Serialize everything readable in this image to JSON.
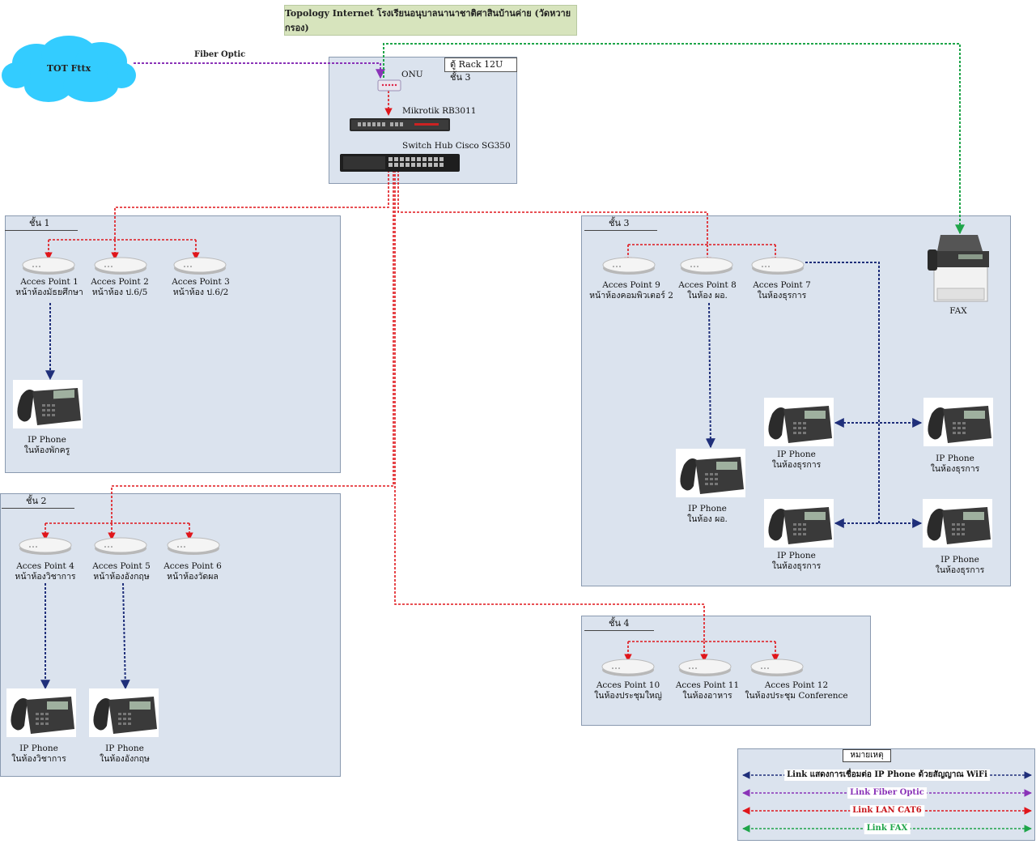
{
  "title": "Topology Internet โรงเรียนอนุบาลนานาชาติศาสินบ้านค่าย (วัดหวายกรอง)",
  "cloud": {
    "label": "TOT Fttx"
  },
  "fiber_label": "Fiber Optic",
  "rack": {
    "tag": "ตู้ Rack 12U ชั้น 3",
    "onu": "ONU",
    "router": "Mikrotik RB3011",
    "switch": "Switch Hub Cisco SG350"
  },
  "floors": {
    "f1": {
      "tag": "ชั้น 1",
      "aps": [
        {
          "name": "Acces Point 1",
          "loc": "หน้าห้องมัธยศึกษา"
        },
        {
          "name": "Acces Point 2",
          "loc": "หน้าห้อง ป.6/5"
        },
        {
          "name": "Acces Point 3",
          "loc": "หน้าห้อง ป.6/2"
        }
      ],
      "phones": [
        {
          "name": "IP Phone",
          "loc": "ในห้องพักครู"
        }
      ]
    },
    "f2": {
      "tag": "ชั้น 2",
      "aps": [
        {
          "name": "Acces Point 4",
          "loc": "หน้าห้องวิชาการ"
        },
        {
          "name": "Acces Point 5",
          "loc": "หน้าห้องอังกฤษ"
        },
        {
          "name": "Acces Point 6",
          "loc": "หน้าห้องวัดผล"
        }
      ],
      "phones": [
        {
          "name": "IP Phone",
          "loc": "ในห้องวิชาการ"
        },
        {
          "name": "IP Phone",
          "loc": "ในห้องอังกฤษ"
        }
      ]
    },
    "f3": {
      "tag": "ชั้น 3",
      "aps": [
        {
          "name": "Acces Point 9",
          "loc": "หน้าห้องคอมพิวเตอร์ 2"
        },
        {
          "name": "Acces Point 8",
          "loc": "ในห้อง ผอ."
        },
        {
          "name": "Acces Point 7",
          "loc": "ในห้องธุรการ"
        }
      ],
      "fax": "FAX",
      "phones": [
        {
          "name": "IP Phone",
          "loc": "ในห้องธุรการ"
        },
        {
          "name": "IP Phone",
          "loc": "ในห้องธุรการ"
        },
        {
          "name": "IP Phone",
          "loc": "ในห้อง ผอ."
        },
        {
          "name": "IP Phone",
          "loc": "ในห้องธุรการ"
        },
        {
          "name": "IP Phone",
          "loc": "ในห้องธุรการ"
        }
      ]
    },
    "f4": {
      "tag": "ชั้น 4",
      "aps": [
        {
          "name": "Acces Point 10",
          "loc": "ในห้องประชุมใหญ่"
        },
        {
          "name": "Acces Point 11",
          "loc": "ในห้องอาหาร"
        },
        {
          "name": "Acces Point 12",
          "loc": "ในห้องประชุม Conference"
        }
      ]
    }
  },
  "legend": {
    "title": "หมายเหตุ",
    "rows": [
      {
        "label": "Link แสดงการเชื่อมต่อ IP Phone ด้วยสัญญาณ WiFi",
        "color": "#1f2f7a",
        "text_color": "#111111"
      },
      {
        "label": "Link Fiber Optic",
        "color": "#8a33b8",
        "text_color": "#8a33b8"
      },
      {
        "label": "Link LAN CAT6",
        "color": "#e0161b",
        "text_color": "#c8161b"
      },
      {
        "label": "Link FAX",
        "color": "#1fa54a",
        "text_color": "#1fa54a"
      }
    ]
  },
  "colors": {
    "wifi": "#1f2f7a",
    "fiber": "#8a33b8",
    "lan": "#e0161b",
    "fax": "#1fa54a",
    "panel": "#dbe3ee",
    "title_bg": "#d7e4bd"
  }
}
